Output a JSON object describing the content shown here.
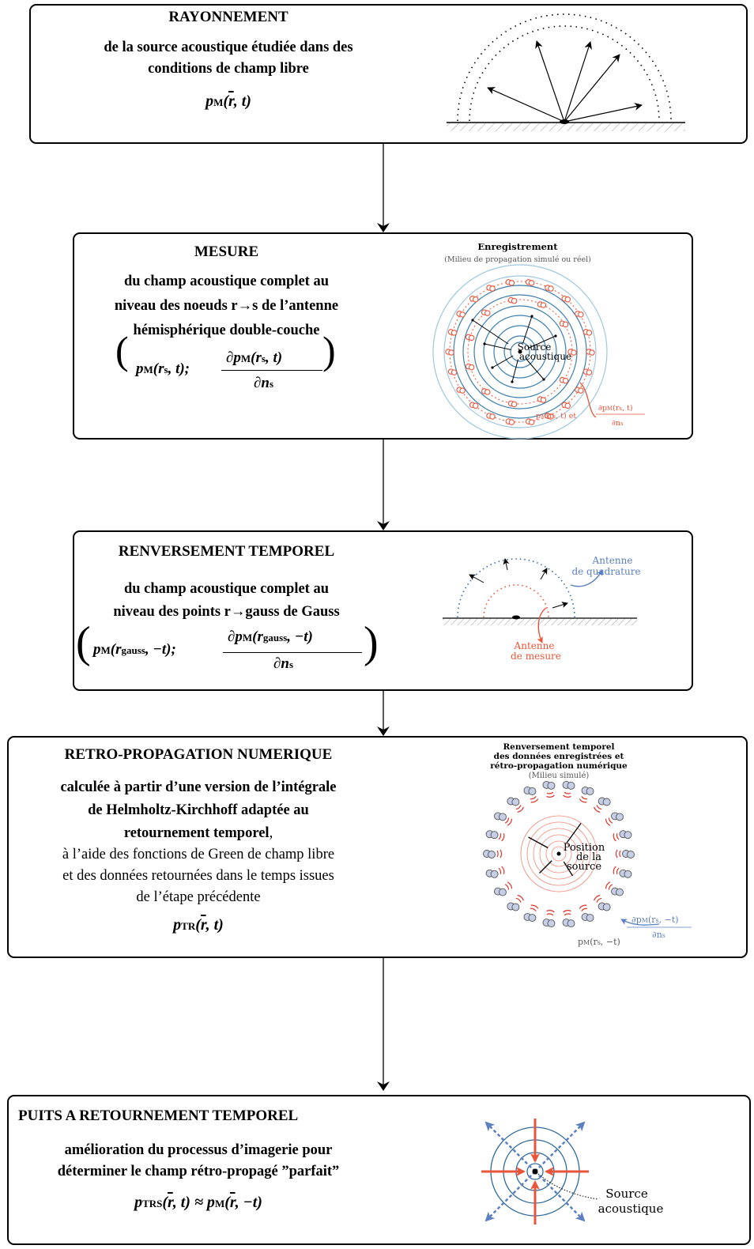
{
  "steps": [
    {
      "title": "RAYONNEMENT",
      "lines_bold": [
        "de la source acoustique étudiée dans des",
        "conditions de champ libre"
      ],
      "formula": "pM(r→, t)"
    },
    {
      "title": "MESURE",
      "lines_bold": [
        "du champ acoustique complet au",
        "niveau des noeuds r→s de l’antenne",
        "hémisphérique double-couche"
      ],
      "formula": "( pM(r→s, t); ∂pM(r→s, t) / ∂ns )",
      "figure": {
        "heading": "Enregistrement",
        "subheading": "(Milieu de propagation simulé ou réel)",
        "center_label_1": "Source",
        "center_label_2": "acoustique",
        "annotation": "pM(r→s, t) et ∂pM(r→s, t)/∂ns"
      }
    },
    {
      "title": "RENVERSEMENT TEMPOREL",
      "lines_bold": [
        "du champ acoustique complet au",
        "niveau des points r→gauss de Gauss"
      ],
      "formula": "( pM(r→gauss, −t); ∂pM(r→gauss, −t) / ∂ns )",
      "figure": {
        "blue_label_1": "Antenne",
        "blue_label_2": "de quadrature",
        "red_label_1": "Antenne",
        "red_label_2": "de mesure"
      }
    },
    {
      "title": "RETRO-PROPAGATION NUMERIQUE",
      "lines_bold": [
        "calculée à partir d’une version de l’intégrale",
        "de Helmholtz-Kirchhoff adaptée au",
        "retournement temporel"
      ],
      "lines_regular": [
        "à l’aide des fonctions de Green de champ libre",
        "et des données retournées dans le temps issues",
        "de l’étape précédente"
      ],
      "formula": "pTR(r→, t)",
      "figure": {
        "heading_1": "Renversement temporel",
        "heading_2": "des données enregistrées et",
        "heading_3": "rétro-propagation numérique",
        "subheading": "(Milieu simulé)",
        "center_label_1": "Position",
        "center_label_2": "de la",
        "center_label_3": "source",
        "annotation_blue": "∂pM(r→s, −t)/∂ns",
        "annotation_gray": "pM(r→s, −t)"
      }
    },
    {
      "title": "PUITS A RETOURNEMENT TEMPOREL",
      "lines_bold": [
        "amélioration du processus d’imagerie pour",
        "déterminer le champ rétro-propagé ”parfait”"
      ],
      "formula": "pTRS(r→, t) ≈ pM(r→, −t)",
      "figure": {
        "label_1": "Source",
        "label_2": "acoustique"
      }
    }
  ],
  "colors": {
    "red": "#e8553a",
    "blue": "#2f6a9a",
    "lightblue": "#9ec8e0",
    "steelblue": "#5b7fc0",
    "gray": "#777777"
  }
}
